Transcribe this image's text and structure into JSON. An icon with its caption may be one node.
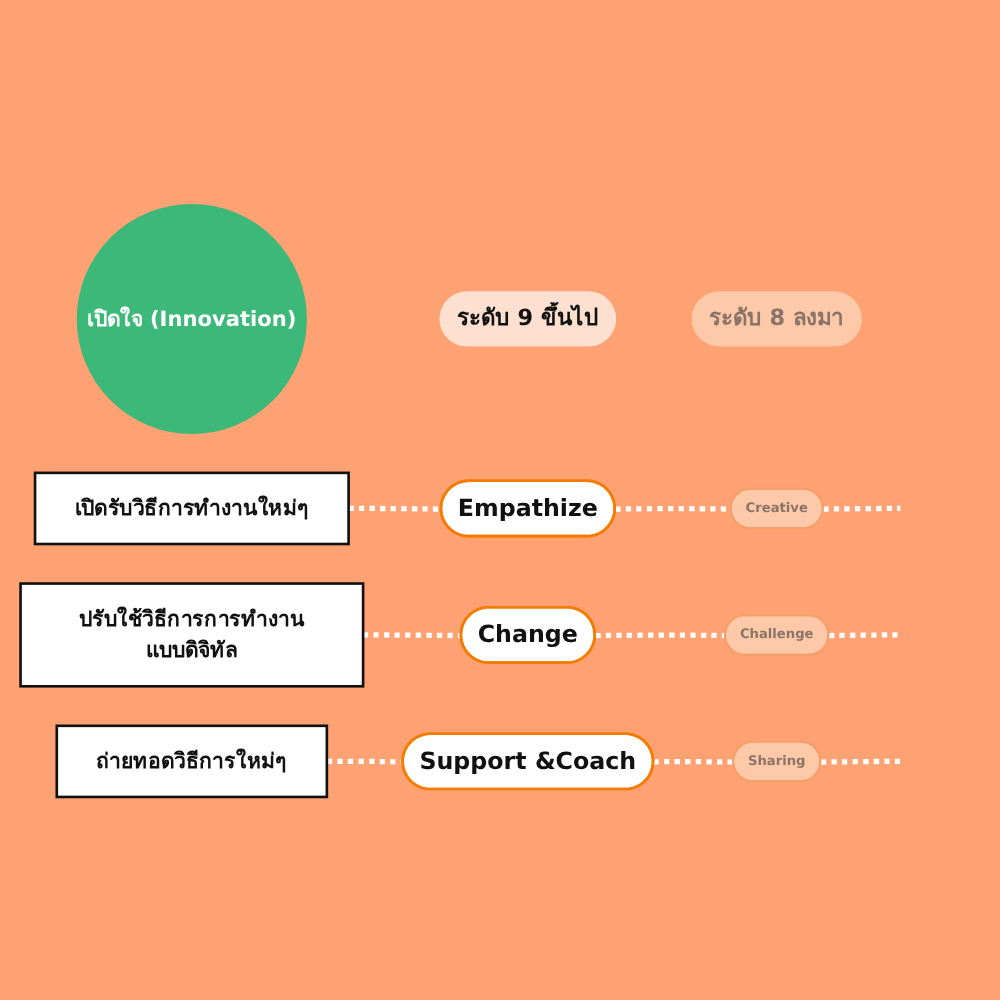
{
  "diagram": {
    "nodes": [
      {
        "text": [
          "เปิดใจ (Innovation)"
        ]
      },
      {
        "text": [
          "ระดับ 9 ขึ้นไป"
        ]
      },
      {
        "text": [
          "ระดับ 8 ลงมา"
        ]
      },
      {
        "text": [
          "เปิดรับวิธีการทำงานใหม่ๆ"
        ]
      },
      {
        "text": [
          "Empathize"
        ]
      },
      {
        "text": [
          "Creative"
        ]
      },
      {
        "text": [
          "ปรับใช้วิธีการการทำงานแบบดิจิทัล"
        ]
      },
      {
        "text": [
          "Change"
        ]
      },
      {
        "text": [
          "Challenge"
        ]
      },
      {
        "text": [
          "ถ่ายทอดวิธีการใหม่ๆ"
        ]
      },
      {
        "text": [
          "Support &Coach"
        ]
      },
      {
        "text": [
          "Sharing"
        ]
      }
    ],
    "edges": [
      {
        "from": 3,
        "to": 4,
        "arrow": "none",
        "style": "dashed",
        "color": "#ffffff"
      },
      {
        "from": 4,
        "to": 5,
        "arrow": "none",
        "style": "dashed",
        "color": "#ffffff"
      },
      {
        "from": 5,
        "to": null,
        "arrow": "none",
        "style": "dashed",
        "color": "#ffffff"
      },
      {
        "from": 6,
        "to": 7,
        "arrow": "none",
        "style": "dashed",
        "color": "#ffffff"
      },
      {
        "from": 7,
        "to": 8,
        "arrow": "none",
        "style": "dashed",
        "color": "#ffffff"
      },
      {
        "from": 8,
        "to": null,
        "arrow": "none",
        "style": "dashed",
        "color": "#ffffff"
      },
      {
        "from": 9,
        "to": 10,
        "arrow": "none",
        "style": "dashed",
        "color": "#ffffff"
      },
      {
        "from": 10,
        "to": 11,
        "arrow": "none",
        "style": "dashed",
        "color": "#ffffff"
      },
      {
        "from": 11,
        "to": null,
        "arrow": "none",
        "style": "dashed",
        "color": "#ffffff"
      }
    ]
  }
}
